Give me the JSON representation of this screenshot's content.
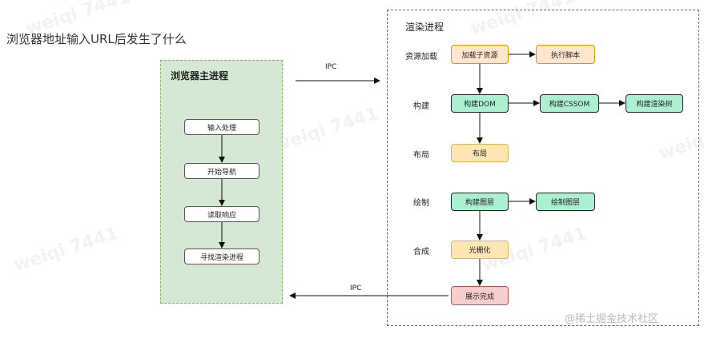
{
  "title": "浏览器地址输入URL后发生了什么",
  "main_process": {
    "title": "浏览器主进程",
    "steps": [
      "输入处理",
      "开始导航",
      "读取响应",
      "寻找渲染进程"
    ]
  },
  "render_process": {
    "title": "渲染进程",
    "rows": {
      "resource": "资源加载",
      "build": "构建",
      "layout": "布局",
      "paint": "绘制",
      "composite": "合成"
    },
    "nodes": {
      "load_sub": "加载子资源",
      "exec_script": "执行脚本",
      "build_dom": "构建DOM",
      "build_cssom": "构建CSSOM",
      "build_render_tree": "构建渲染树",
      "layout": "布局",
      "build_layer": "构建图层",
      "draw_layer": "绘制图层",
      "raster": "光栅化",
      "display_done": "展示完成"
    }
  },
  "ipc": {
    "top": "IPC",
    "bottom": "IPC"
  },
  "watermark": "weiqi 7441",
  "brand": "@稀土掘金技术社区",
  "colors": {
    "main_panel_fill": "#d5e8d4",
    "resource_fill": "#ffe6cc",
    "build_fill": "#aaf0d1",
    "layout_fill": "#ffe6b3",
    "done_fill": "#f8cecc"
  }
}
